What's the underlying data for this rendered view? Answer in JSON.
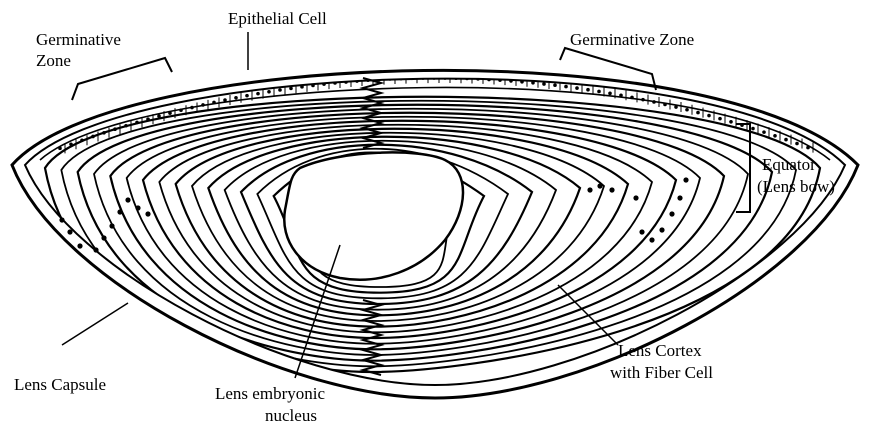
{
  "labels": {
    "epithelial_cell": "Epithelial Cell",
    "germinative_zone_left_line1": "Germinative",
    "germinative_zone_left_line2": "Zone",
    "germinative_zone_right": "Germinative Zone",
    "equator_line1": "Equator",
    "equator_line2": "(Lens bow)",
    "lens_capsule": "Lens Capsule",
    "nucleus_line1": "Lens embryonic",
    "nucleus_line2": "nucleus",
    "cortex_line1": "Lens Cortex",
    "cortex_line2": "with Fiber Cell"
  },
  "colors": {
    "ink": "#000000",
    "background": "#ffffff"
  }
}
